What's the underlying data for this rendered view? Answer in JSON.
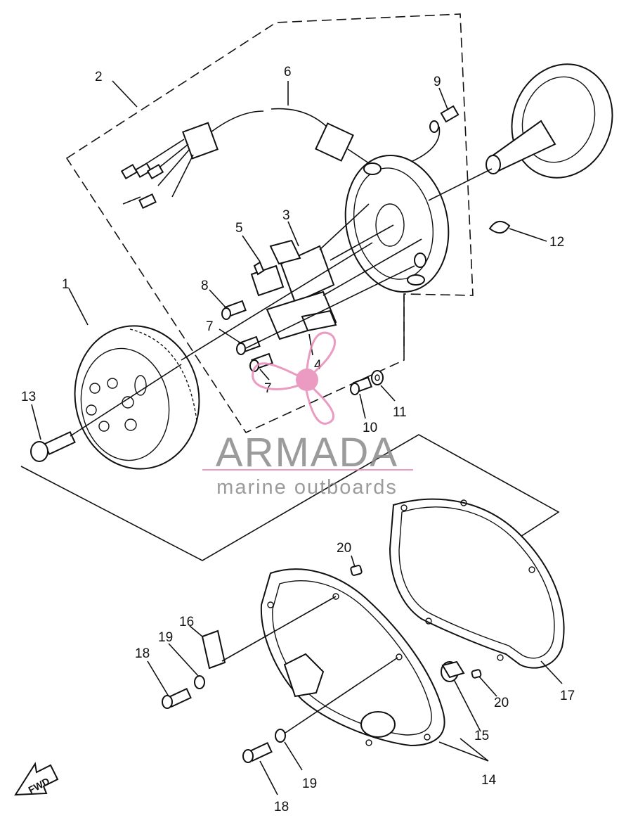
{
  "callouts": {
    "c1": "1",
    "c2": "2",
    "c3": "3",
    "c4": "4",
    "c5": "5",
    "c6": "6",
    "c7a": "7",
    "c7b": "7",
    "c8": "8",
    "c9": "9",
    "c10": "10",
    "c11": "11",
    "c12": "12",
    "c13": "13",
    "c14": "14",
    "c15": "15",
    "c16": "16",
    "c17": "17",
    "c18a": "18",
    "c18b": "18",
    "c19a": "19",
    "c19b": "19",
    "c20a": "20",
    "c20b": "20"
  },
  "fwd_label": "FWD",
  "watermark": {
    "brand": "ARMADA",
    "tagline": "marine outboards",
    "brand_color": "#8a8a8a",
    "accent_color": "#e88ab8"
  }
}
